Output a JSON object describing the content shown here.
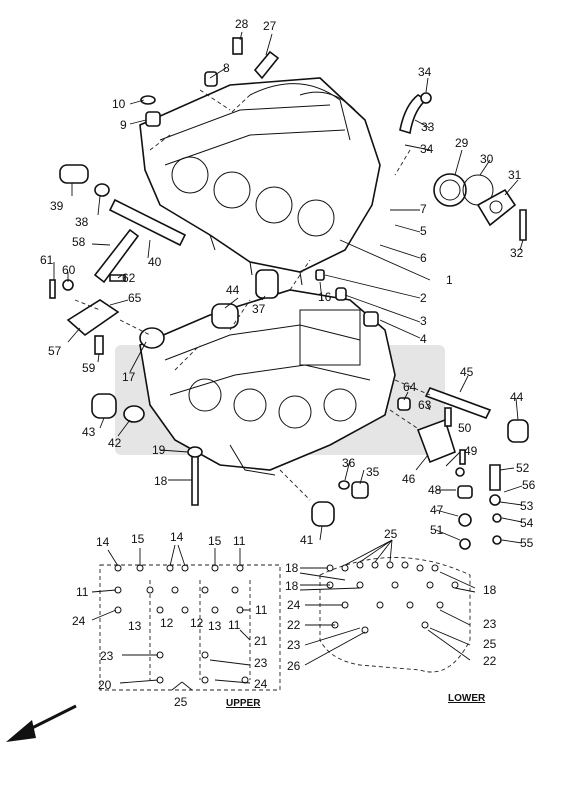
{
  "labels": {
    "n1": "1",
    "n2": "2",
    "n3": "3",
    "n4": "4",
    "n5": "5",
    "n6": "6",
    "n7": "7",
    "n8": "8",
    "n9": "9",
    "n10": "10",
    "n11a": "11",
    "n11b": "11",
    "n11c": "11",
    "n11d": "11",
    "n12a": "12",
    "n12b": "12",
    "n13a": "13",
    "n13b": "13",
    "n14a": "14",
    "n14b": "14",
    "n15a": "15",
    "n15b": "15",
    "n16": "16",
    "n17": "17",
    "n18a": "18",
    "n18b": "18",
    "n18c": "18",
    "n18d": "18",
    "n19": "19",
    "n20": "20",
    "n21": "21",
    "n22a": "22",
    "n22b": "22",
    "n23a": "23",
    "n23b": "23",
    "n23c": "23",
    "n23d": "23",
    "n24a": "24",
    "n24b": "24",
    "n24c": "24",
    "n25a": "25",
    "n25b": "25",
    "n25c": "25",
    "n26": "26",
    "n27": "27",
    "n28": "28",
    "n29": "29",
    "n30": "30",
    "n31": "31",
    "n32": "32",
    "n33": "33",
    "n34a": "34",
    "n34b": "34",
    "n35": "35",
    "n36": "36",
    "n37": "37",
    "n38": "38",
    "n39": "39",
    "n40": "40",
    "n41": "41",
    "n42": "42",
    "n43": "43",
    "n44a": "44",
    "n44b": "44",
    "n45": "45",
    "n46": "46",
    "n47": "47",
    "n48": "48",
    "n49": "49",
    "n50": "50",
    "n51": "51",
    "n52": "52",
    "n53": "53",
    "n54": "54",
    "n55": "55",
    "n56": "56",
    "n57": "57",
    "n58": "58",
    "n59": "59",
    "n60": "60",
    "n61": "61",
    "n62": "62",
    "n63": "63",
    "n64": "64",
    "n65": "65"
  },
  "captions": {
    "upper": "UPPER",
    "lower": "LOWER"
  },
  "colors": {
    "line": "#111111",
    "watermark": "#cfcfcf",
    "background": "#ffffff"
  }
}
